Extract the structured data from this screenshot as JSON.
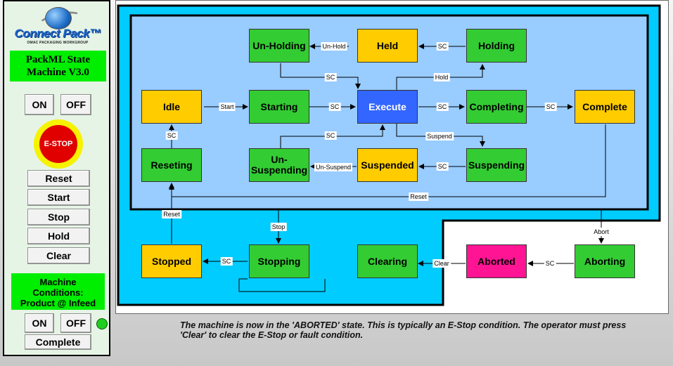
{
  "logo": {
    "text": "Connect Pack™",
    "subtext": "OMAC PACKAGING WORKGROUP"
  },
  "panel": {
    "title": "PackML State\nMachine V3.0",
    "on_label": "ON",
    "off_label": "OFF",
    "estop_label": "E-STOP",
    "buttons": {
      "reset": "Reset",
      "start": "Start",
      "stop": "Stop",
      "hold": "Hold",
      "clear": "Clear"
    },
    "machine_conditions": "Machine\nConditions:\nProduct @ Infeed",
    "mc_on_label": "ON",
    "mc_off_label": "OFF",
    "complete_label": "Complete",
    "led_color": "#1fcf1f"
  },
  "states": {
    "unholding": "Un-Holding",
    "held": "Held",
    "holding": "Holding",
    "idle": "Idle",
    "starting": "Starting",
    "execute": "Execute",
    "completing": "Completing",
    "complete": "Complete",
    "reseting": "Reseting",
    "unsuspending": "Un-\nSuspending",
    "suspended": "Suspended",
    "suspending": "Suspending",
    "stopped": "Stopped",
    "stopping": "Stopping",
    "clearing": "Clearing",
    "aborted": "Aborted",
    "aborting": "Aborting"
  },
  "transitions": {
    "un_hold": "Un-Hold",
    "sc": "SC",
    "hold": "Hold",
    "start": "Start",
    "suspend": "Suspend",
    "un_suspend": "Un-Suspend",
    "reset": "Reset",
    "stop": "Stop",
    "abort": "Abort",
    "clear": "Clear"
  },
  "colors": {
    "outer_region": "#00ccff",
    "inner_region": "#99ccff",
    "active_state": "#3366ff",
    "current_state": "#ff1493",
    "wait_state": "#ffcc00",
    "acting_state": "#33cc33"
  },
  "message": "The machine is now in the 'ABORTED' state.  This is typically an E-Stop condition.  The operator must press 'Clear' to clear the E-Stop or fault condition."
}
